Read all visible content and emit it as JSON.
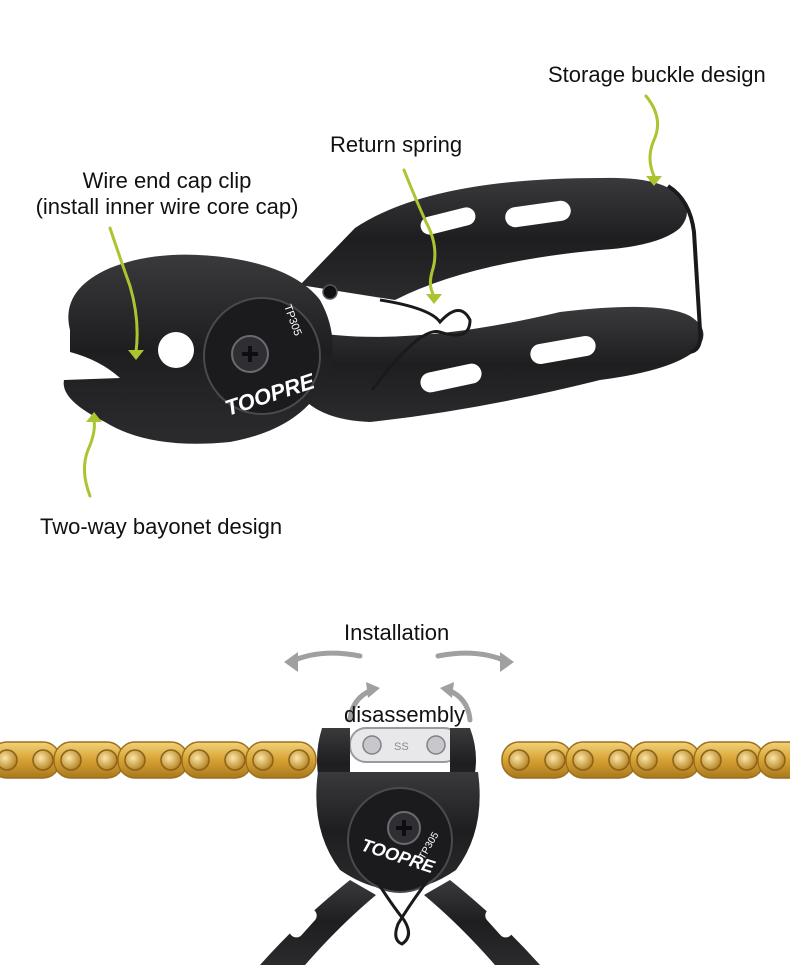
{
  "top_section": {
    "labels": {
      "storage_buckle": "Storage buckle design",
      "return_spring": "Return spring",
      "wire_cap_line1": "Wire end cap clip",
      "wire_cap_line2": "(install inner wire core cap)",
      "bayonet": "Two-way bayonet design"
    },
    "tool": {
      "brand_text": "TOOPRE",
      "model_text": "TP305"
    }
  },
  "bottom_section": {
    "labels": {
      "installation": "Installation",
      "disassembly": "disassembly"
    },
    "tool": {
      "brand_text": "TOOPRE",
      "model_text": "TP305"
    }
  },
  "colors": {
    "pointer": "#a9c52f",
    "arrow_gray": "#a0a0a0",
    "tool_black": "#232325",
    "chain_gold": "#d9a83a"
  }
}
